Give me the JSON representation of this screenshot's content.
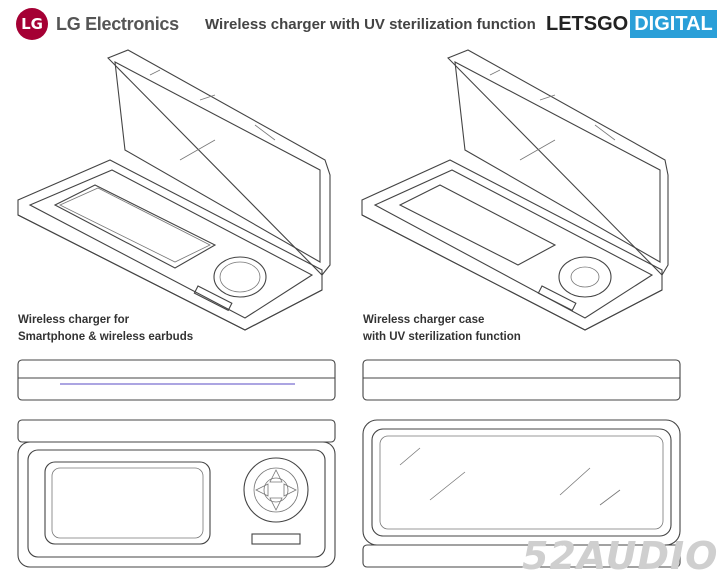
{
  "header": {
    "logo_glyph": "LG",
    "brand": "LG Electronics",
    "title": "Wireless charger with UV sterilization function",
    "site_logo_part1": "LETSGO",
    "site_logo_part2": "DIGITAL"
  },
  "captions": {
    "left_line1": "Wireless charger for",
    "left_line2": "Smartphone & wireless earbuds",
    "right_line1": "Wireless charger case",
    "right_line2": "with UV sterilization function"
  },
  "watermark": "52AUDIO",
  "colors": {
    "lg_red": "#a50034",
    "digital_blue": "#2a9fd8",
    "side_view_line": "#7b6fd0"
  }
}
